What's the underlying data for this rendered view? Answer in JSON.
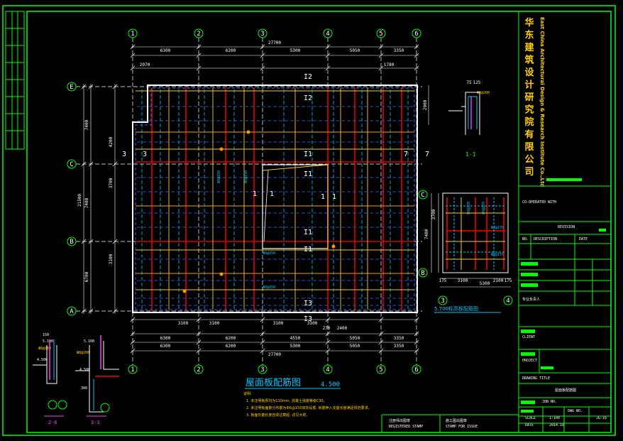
{
  "colors": {
    "background": "#000000",
    "frame": "#00ff00",
    "grid_line": "#ffffff",
    "rebar_red": "#ff0000",
    "rebar_yellow": "#ffd000",
    "rebar_orange": "#ff9900",
    "dashed_cyan": "#00c8ff",
    "dashed_blue": "#3366ff",
    "dims": "#ffffff",
    "magenta": "#ff33ff"
  },
  "grid_axes": {
    "top": [
      "1",
      "2",
      "3",
      "4",
      "5",
      "6"
    ],
    "bottom": [
      "1",
      "2",
      "3",
      "4",
      "5",
      "6"
    ],
    "left": [
      "E",
      "C",
      "B",
      "A"
    ],
    "detail_right": [
      "C",
      "B"
    ],
    "detail_bottom": [
      "3",
      "4"
    ]
  },
  "dimensions": {
    "top_total": "27700",
    "top_spans": [
      "6300",
      "6200",
      "5300",
      "5050",
      "3350"
    ],
    "top_sub_left": "2070",
    "top_sub_right": "1780",
    "bottom_row1": [
      "3100",
      "3100",
      "3100",
      "3100"
    ],
    "bottom_row2": [
      "6300",
      "6200",
      "4550",
      "5050",
      "3350"
    ],
    "bottom_row3": [
      "6300",
      "6200",
      "5300",
      "5050",
      "3350"
    ],
    "bottom_total": "27700",
    "bottom_misc": [
      "2400",
      "270"
    ],
    "left_spans": [
      "7400",
      "7400",
      "6700"
    ],
    "left_total": "21500",
    "left_inner": [
      "4200",
      "3700",
      "3100"
    ],
    "right_small": "2900",
    "detail_total": "5300",
    "detail_spans": [
      "3100",
      "2100"
    ],
    "detail_left": [
      "3700",
      "7400"
    ],
    "detail_edge": [
      "175",
      "175"
    ]
  },
  "section_marks": {
    "I2_top": "I2",
    "I2_mid": "I2",
    "I1_a": "I1",
    "I1_b": "I1",
    "I1_c": "I1",
    "I1_d": "I1",
    "I3_a": "I3",
    "I3_b": "I3",
    "mark_1a": "1",
    "mark_1b": "1",
    "mark_1c": "1",
    "mark_1d": "1",
    "mark_3a": "3",
    "mark_3b": "3",
    "mark_7a": "7",
    "mark_7b": "7"
  },
  "rebar_labels": [
    "Ф8@150",
    "Ф8@150",
    "Ф8@150",
    "Ф8@200",
    "Ф8@150",
    "Ф8@170",
    "Ф8@170",
    "Ф8@170",
    "Ф8@170"
  ],
  "drawing": {
    "title": "屋面板配筋图",
    "elevation": "4.500",
    "detail_title": "5.700标高板配筋图",
    "detail_label": "1-1",
    "detail_small_dims": [
      "75",
      "125"
    ],
    "notes_heading": "说明:",
    "notes": [
      "1. 未注明板厚均为110mm, 混凝土强度等级C30。",
      "2. 未注明板面筋分布筋为Ф6@150双向设置, 板筋伸入支座长度满足规范要求。",
      "3. 板面负筋长度自梁边算起, 详见大样。"
    ]
  },
  "sections": {
    "section_2_6": {
      "label": "2-6",
      "elev": "5.100",
      "small": "4.500",
      "dim_top": "150",
      "rebar": "Ф8@200"
    },
    "section_3_3": {
      "label": "3-3",
      "elev": "5.100",
      "small": "4.500",
      "rebar": "Ф8@200",
      "dim": "300"
    }
  },
  "title_block": {
    "company_cn": [
      "华",
      "东",
      "建",
      "筑",
      "设",
      "计",
      "研",
      "究",
      "院",
      "有",
      "限",
      "公",
      "司"
    ],
    "company_en": "East China Architectural Design & Research Institute Co.,Ltd",
    "certificate": "CO-OPERATED WITH",
    "revision": "REVISION",
    "no": "NO.",
    "description": "DESCRIPTION",
    "date": "DATE",
    "professional": "专业负责人",
    "client": "CLIENT",
    "project": "PROJECT",
    "drawing_title": "DRAWING TITLE",
    "drawing_title_value": "屋面板配筋图",
    "job_no": "JOB NO.",
    "scale": "SCALE",
    "scale_value": "1:100",
    "dwg_no": "DWG NO.",
    "dwg_no_value": "JG-16",
    "date_label": "DATE",
    "date_value": "2014.10",
    "stamp_left": "注册师出图章",
    "stamp_left_en": "REGISTERED STAMP",
    "stamp_right": "施工图出图章",
    "stamp_right_en": "STAMP FOR ISSUE"
  }
}
